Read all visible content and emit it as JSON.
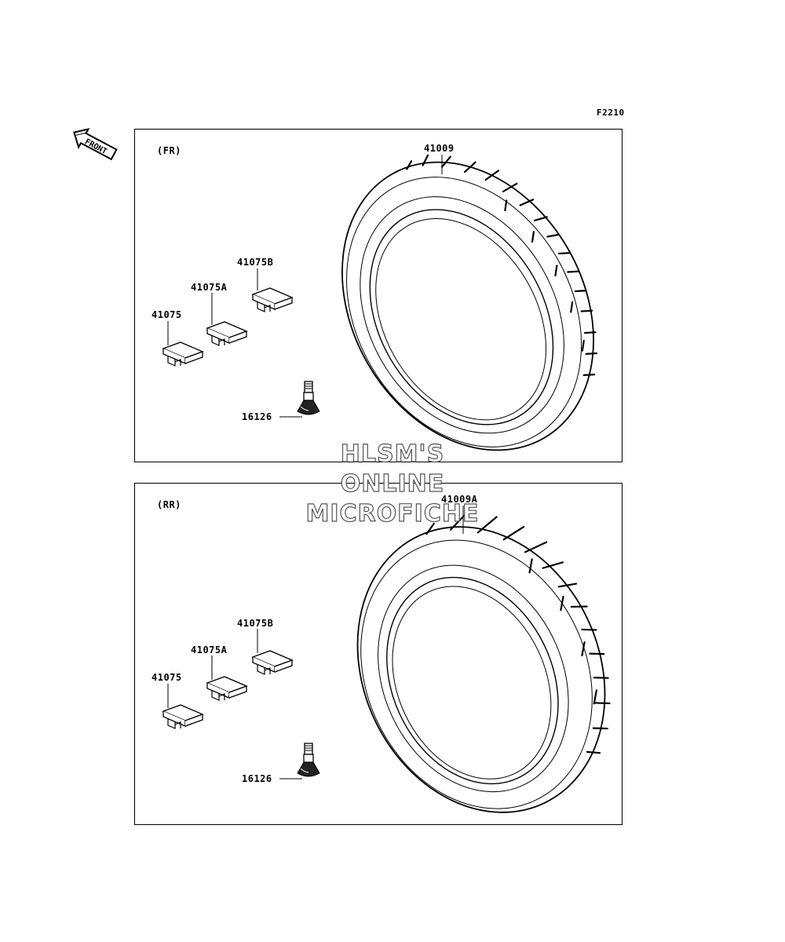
{
  "diagram_code": "F2210",
  "front_arrow": {
    "text": "FRONT",
    "icon": "front-arrow-icon"
  },
  "panels": [
    {
      "id": "front",
      "section_label": "(FR)",
      "parts": {
        "tire": "41009",
        "weight": "41075",
        "weight_a": "41075A",
        "weight_b": "41075B",
        "valve": "16126"
      }
    },
    {
      "id": "rear",
      "section_label": "(RR)",
      "parts": {
        "tire": "41009A",
        "weight": "41075",
        "weight_a": "41075A",
        "weight_b": "41075B",
        "valve": "16126"
      }
    }
  ],
  "watermark": [
    "HLSM'S",
    "ONLINE",
    "MICROFICHE"
  ]
}
